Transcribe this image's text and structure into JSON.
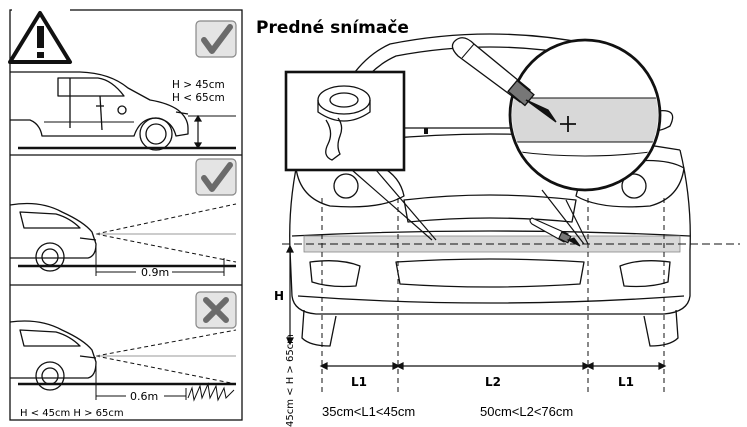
{
  "title": "Predné snímače",
  "left_panel": {
    "panel1": {
      "h_min": "H > 45cm",
      "h_max": "H < 65cm"
    },
    "panel2": {
      "distance": "0.9m"
    },
    "panel3": {
      "distance": "0.6m",
      "range_label": "H < 45cm H > 65cm"
    }
  },
  "car_diagram": {
    "h_label": "H",
    "vertical_range": "45cm < H > 65cm",
    "l1_left": "L1",
    "l2": "L2",
    "l1_right": "L1",
    "l1_range": "35cm<L1<45cm",
    "l2_range": "50cm<L2<76cm"
  },
  "icons": [
    "warning-icon",
    "check-icon",
    "check-icon",
    "cross-icon",
    "tape-roll-icon",
    "marker-pen-icon"
  ],
  "colors": {
    "highlight_band": "#d8d8d8",
    "check_bg": "#e4e4e4",
    "ink": "#111111"
  }
}
